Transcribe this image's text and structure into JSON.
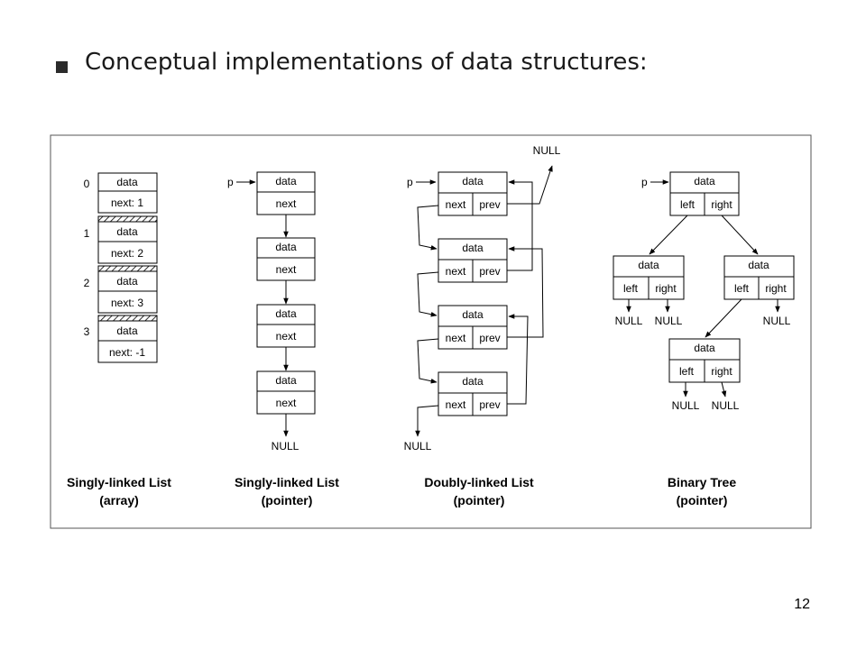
{
  "slide": {
    "bullet_text": "Conceptual implementations of data structures:",
    "page_number": "12"
  },
  "diagram": {
    "labels": {
      "data": "data",
      "next": "next",
      "prev": "prev",
      "left": "left",
      "right": "right",
      "null": "NULL",
      "pointer": "p"
    },
    "array_list": {
      "indices": [
        "0",
        "1",
        "2",
        "3"
      ],
      "next_values": [
        "next: 1",
        "next: 2",
        "next: 3",
        "next: -1"
      ],
      "caption_line1": "Singly-linked List",
      "caption_line2": "(array)"
    },
    "pointer_list": {
      "node_count": 4,
      "caption_line1": "Singly-linked List",
      "caption_line2": "(pointer)"
    },
    "doubly_list": {
      "node_count": 4,
      "caption_line1": "Doubly-linked List",
      "caption_line2": "(pointer)"
    },
    "binary_tree": {
      "caption_line1": "Binary Tree",
      "caption_line2": "(pointer)"
    }
  }
}
